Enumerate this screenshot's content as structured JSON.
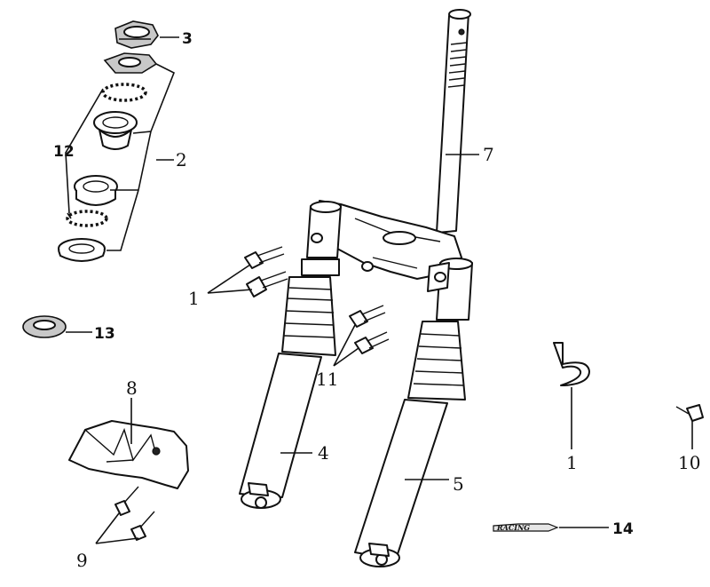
{
  "labels": {
    "p1a": "1",
    "p1b": "1",
    "p2": "2",
    "p3": "3",
    "p4": "4",
    "p5": "5",
    "p7": "7",
    "p8": "8",
    "p9": "9",
    "p10": "10",
    "p11": "11",
    "p12": "12",
    "p13": "13",
    "p14": "14"
  },
  "emblem_text": "RACING"
}
